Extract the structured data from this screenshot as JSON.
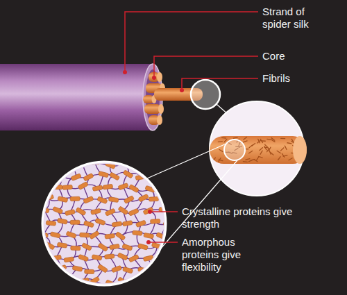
{
  "diagram": {
    "labels": [
      "Strand of spider silk",
      "Core",
      "Fibrils",
      "Crystalline proteins give strength",
      "Amorphous proteins give flexibility"
    ]
  }
}
